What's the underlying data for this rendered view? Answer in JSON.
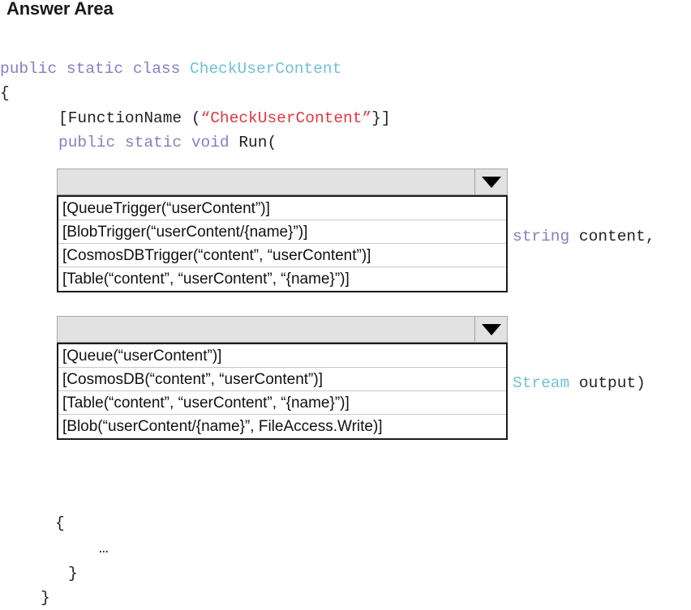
{
  "page": {
    "title": "Answer Area"
  },
  "code": {
    "line_class": {
      "kw": "public static class ",
      "type": "CheckUserContent"
    },
    "open_brace_outer": "{",
    "line_functionname": {
      "plain_before": "[FunctionName (",
      "string": "“CheckUserContent”",
      "plain_after": "}]"
    },
    "line_run": {
      "kw": "public static ",
      "kw2": "void ",
      "plain": "Run("
    },
    "param_one": {
      "type": "string ",
      "plain": "content,"
    },
    "param_two": {
      "type": "Stream ",
      "plain": "output)"
    },
    "open_brace_inner": "{",
    "ellipsis": "…",
    "close_brace_inner": "}",
    "close_brace_outer": "}"
  },
  "dropdowns": [
    {
      "name": "trigger-binding-dropdown",
      "selected_value": "",
      "arrow_icon": "chevron-down-icon",
      "options": [
        "[QueueTrigger(“userContent”)]",
        "[BlobTrigger(“userContent/{name}”)]",
        "[CosmosDBTrigger(“content”, “userContent”)]",
        "[Table(“content”, “userContent”, “{name}”)]"
      ]
    },
    {
      "name": "output-binding-dropdown",
      "selected_value": "",
      "arrow_icon": "chevron-down-icon",
      "options": [
        "[Queue(“userContent”)]",
        "[CosmosDB(“content”, “userContent”)]",
        "[Table(“content”, “userContent”, “{name}”)]",
        "[Blob(“userContent/{name}”, FileAccess.Write)]"
      ]
    }
  ],
  "colors": {
    "keyword": "#8d7cc1",
    "type": "#6ec3d4",
    "string": "#e0393e",
    "plain": "#231f20",
    "combo_head_bg": "#e2e2e2",
    "list_border": "#1c1c1c"
  }
}
